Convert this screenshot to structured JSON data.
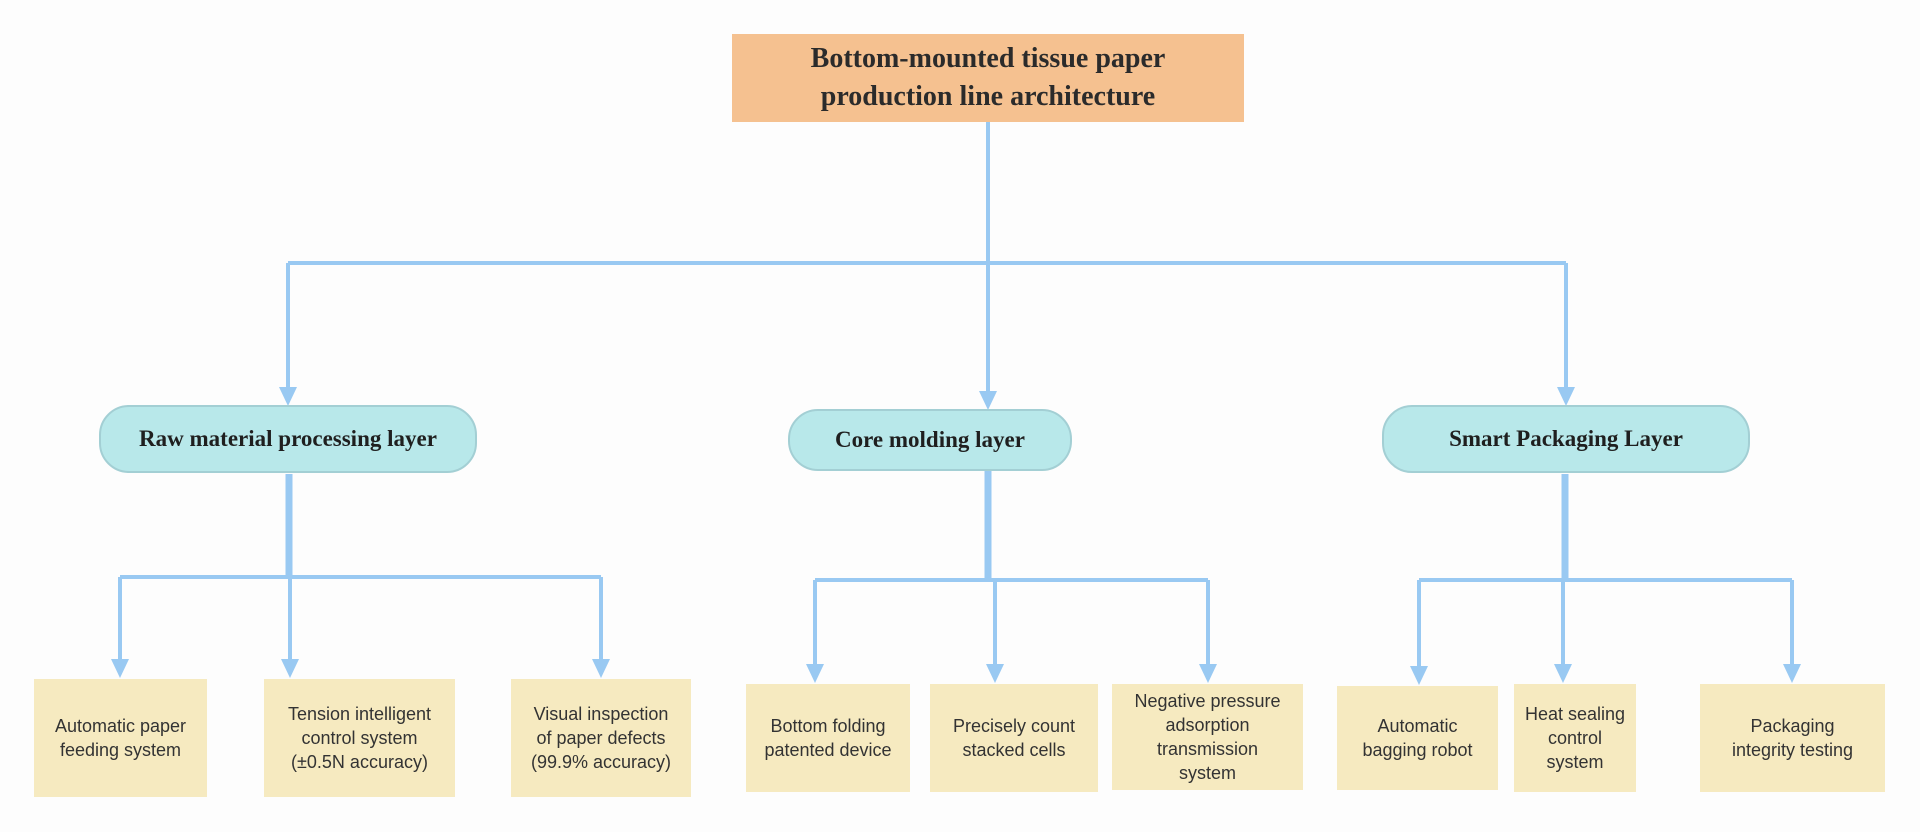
{
  "root": {
    "title": "Bottom-mounted tissue paper\nproduction line architecture"
  },
  "layers": [
    {
      "label": "Raw material processing layer",
      "children": [
        "Automatic paper\nfeeding system",
        "Tension intelligent\ncontrol system\n(±0.5N accuracy)",
        "Visual inspection\nof paper defects\n(99.9% accuracy)"
      ]
    },
    {
      "label": "Core molding layer",
      "children": [
        "Bottom folding\npatented device",
        "Precisely count\nstacked cells",
        "Negative pressure\nadsorption\ntransmission\nsystem"
      ]
    },
    {
      "label": "Smart Packaging Layer",
      "children": [
        "Automatic\nbagging robot",
        "Heat sealing\ncontrol system",
        "Packaging\nintegrity testing"
      ]
    }
  ],
  "colors": {
    "root_fill": "#f5c190",
    "layer_fill": "#b8e8ea",
    "leaf_fill": "#f6eac0",
    "connector": "#99c9f2"
  }
}
